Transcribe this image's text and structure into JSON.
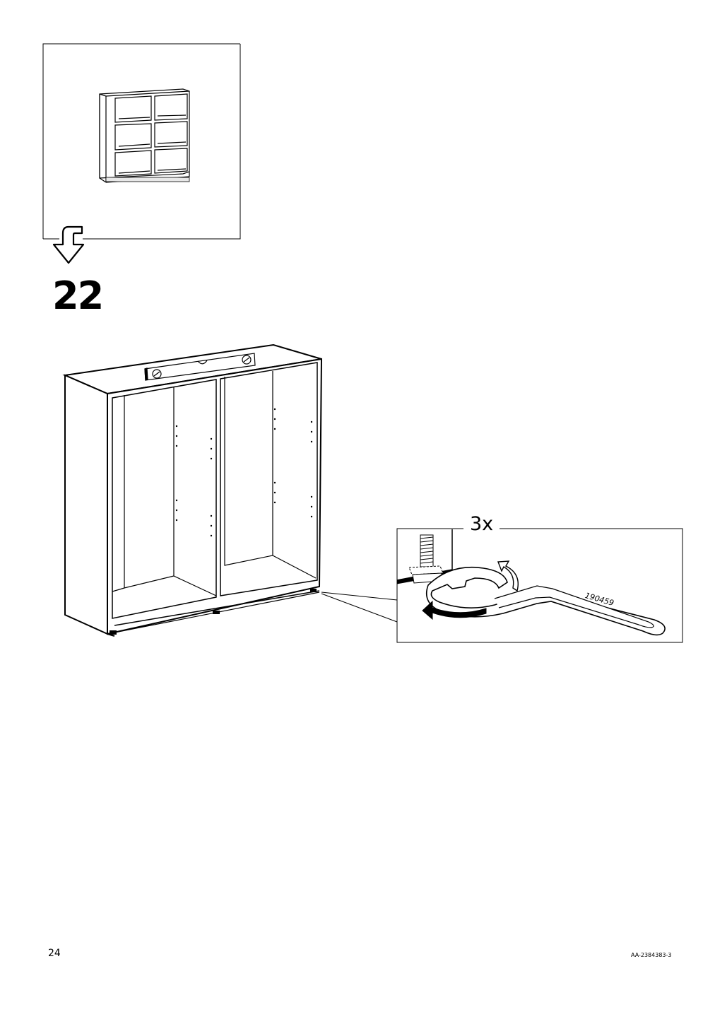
{
  "step": {
    "number": "22"
  },
  "detail": {
    "quantity": "3x",
    "tool_code": "190459"
  },
  "footer": {
    "page_number": "24",
    "document_code": "AA-2384383-3"
  }
}
